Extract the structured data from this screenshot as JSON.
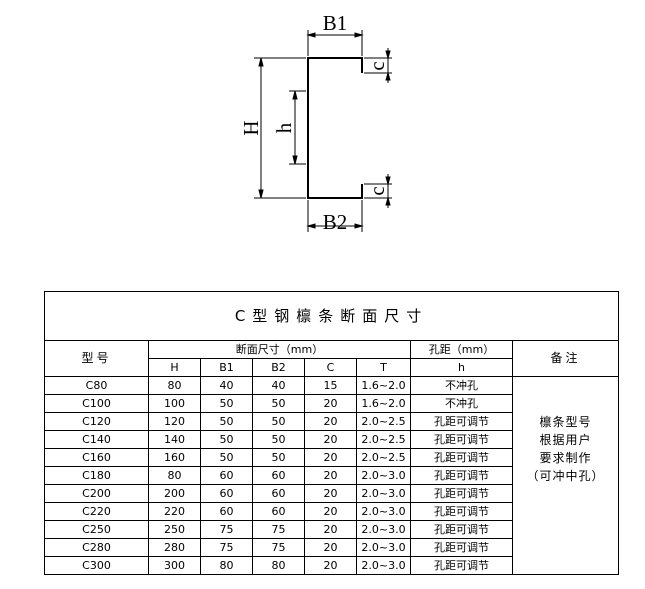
{
  "diagram": {
    "labels": {
      "B1": "B1",
      "B2": "B2",
      "H": "H",
      "h": "h",
      "c_top": "c",
      "c_bottom": "c"
    }
  },
  "table": {
    "title": "C型钢檩条断面尺寸",
    "headers": {
      "model": "型号",
      "section": "断面尺寸（mm）",
      "hole": "孔距（mm）",
      "remark": "备注"
    },
    "subheaders": [
      "H",
      "B1",
      "B2",
      "C",
      "T",
      "h"
    ],
    "rows": [
      [
        "C80",
        "80",
        "40",
        "40",
        "15",
        "1.6~2.0",
        "不冲孔"
      ],
      [
        "C100",
        "100",
        "50",
        "50",
        "20",
        "1.6~2.0",
        "不冲孔"
      ],
      [
        "C120",
        "120",
        "50",
        "50",
        "20",
        "2.0~2.5",
        "孔距可调节"
      ],
      [
        "C140",
        "140",
        "50",
        "50",
        "20",
        "2.0~2.5",
        "孔距可调节"
      ],
      [
        "C160",
        "160",
        "50",
        "50",
        "20",
        "2.0~2.5",
        "孔距可调节"
      ],
      [
        "C180",
        "80",
        "60",
        "60",
        "20",
        "2.0~3.0",
        "孔距可调节"
      ],
      [
        "C200",
        "200",
        "60",
        "60",
        "20",
        "2.0~3.0",
        "孔距可调节"
      ],
      [
        "C220",
        "220",
        "60",
        "60",
        "20",
        "2.0~3.0",
        "孔距可调节"
      ],
      [
        "C250",
        "250",
        "75",
        "75",
        "20",
        "2.0~3.0",
        "孔距可调节"
      ],
      [
        "C280",
        "280",
        "75",
        "75",
        "20",
        "2.0~3.0",
        "孔距可调节"
      ],
      [
        "C300",
        "300",
        "80",
        "80",
        "20",
        "2.0~3.0",
        "孔距可调节"
      ]
    ],
    "remark_lines": [
      "檩条型号",
      "根据用户",
      "要求制作",
      "（可冲中孔）"
    ]
  }
}
